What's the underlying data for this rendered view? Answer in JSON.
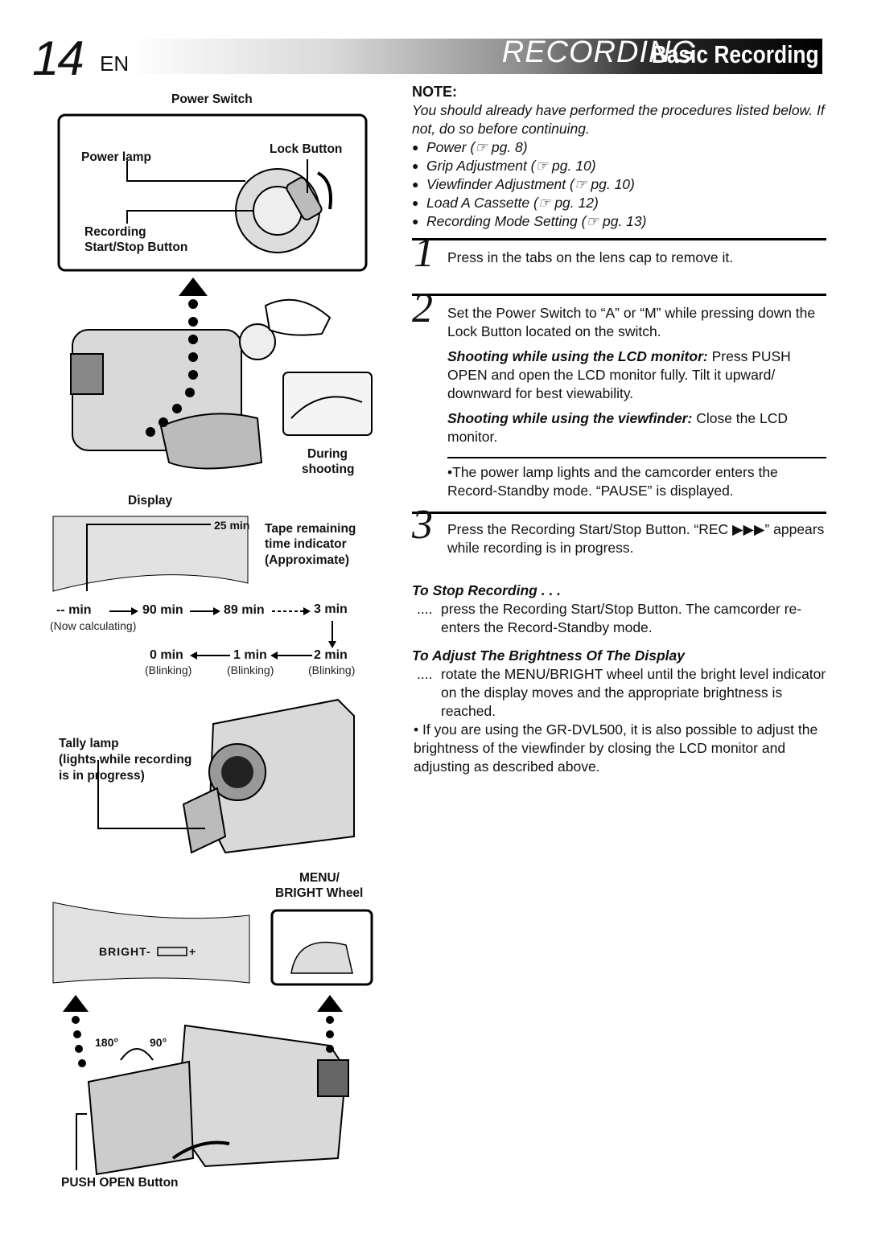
{
  "header": {
    "page_number": "14",
    "lang": "EN",
    "section": "RECORDING",
    "subsection": "Basic Recording"
  },
  "figure1": {
    "power_switch": "Power Switch",
    "power_lamp": "Power lamp",
    "lock_button": "Lock Button",
    "recording_btn_l1": "Recording",
    "recording_btn_l2": "Start/Stop Button",
    "during_l1": "During",
    "during_l2": "shooting",
    "display": "Display",
    "tape_l1": "Tape remaining",
    "tape_l2": "time indicator",
    "tape_l3": "(Approximate)",
    "screen_time": "25 min",
    "seq1": [
      "-- min",
      "90 min",
      "89 min",
      "3 min"
    ],
    "now_calc": "(Now calculating)",
    "seq2": [
      "0 min",
      "1 min",
      "2 min"
    ],
    "blinking": "(Blinking)",
    "tally_l1": "Tally lamp",
    "tally_l2": "(lights while recording",
    "tally_l3": "is in progress)",
    "menu_l1": "MENU/",
    "menu_l2": "BRIGHT Wheel",
    "bright_label": "BRIGHT-",
    "bright_plus": "+",
    "angle_180": "180°",
    "angle_90": "90°",
    "push_open": "PUSH OPEN Button"
  },
  "note": {
    "heading": "NOTE:",
    "intro": "You should already have performed the procedures listed below. If not, do so before continuing.",
    "items": [
      "Power (☞ pg. 8)",
      "Grip Adjustment (☞ pg. 10)",
      "Viewfinder Adjustment (☞ pg. 10)",
      "Load A Cassette (☞ pg. 12)",
      "Recording Mode Setting (☞ pg. 13)"
    ]
  },
  "steps": {
    "s1_num": "1",
    "s1_text": "Press in the tabs on the lens cap to remove it.",
    "s2_num": "2",
    "s2_text": "Set the Power Switch to “A” or “M” while pressing down the Lock Button located on the switch.",
    "lcd_head": "Shooting while using the LCD monitor:",
    "lcd_text": "Press PUSH OPEN and open the LCD monitor fully. Tilt it upward/ downward for best viewability.",
    "vf_head": "Shooting while using the viewfinder:",
    "vf_text": "Close the LCD monitor.",
    "lamp_text": "•The power lamp lights and the camcorder enters the Record-Standby mode. “PAUSE” is displayed.",
    "s3_num": "3",
    "s3_text": "Press the Recording Start/Stop Button. “REC ▶▶▶” appears while recording is in progress."
  },
  "stop": {
    "heading": "To Stop Recording . . .",
    "dots": "....",
    "text": "press the Recording Start/Stop Button. The camcorder re-enters the Record-Standby mode."
  },
  "brightness": {
    "heading": "To Adjust The Brightness Of The Display",
    "dots": "....",
    "text": "rotate the MENU/BRIGHT wheel until the bright level indicator on the display moves and the appropriate brightness is reached.",
    "bullet": "• If you are using the GR-DVL500, it is also possible to adjust the brightness of the viewfinder by closing the LCD monitor and adjusting as described above."
  }
}
